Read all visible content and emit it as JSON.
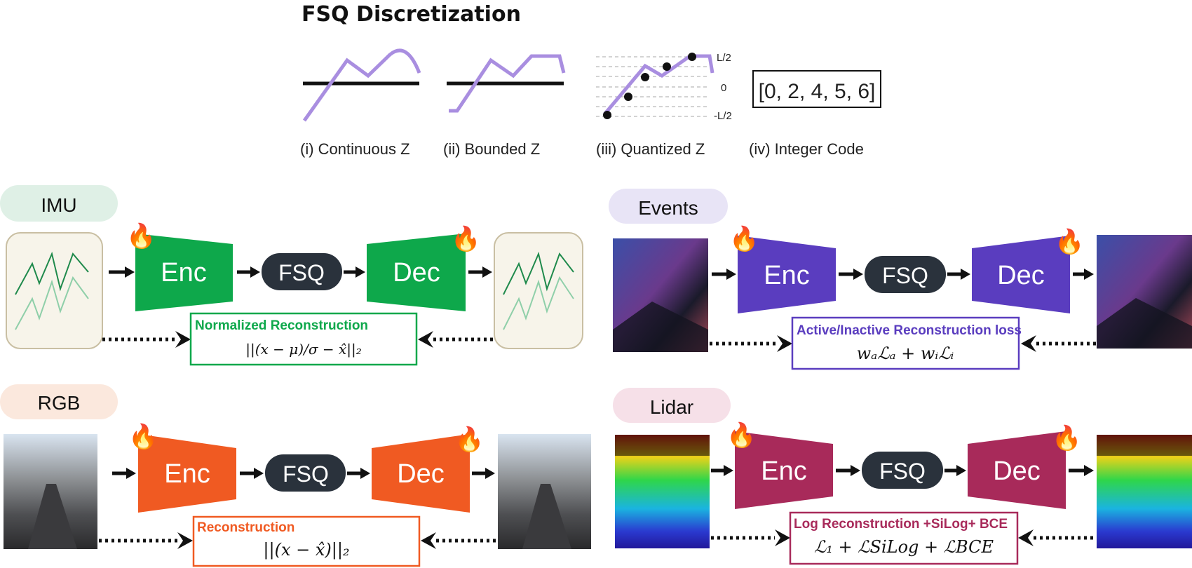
{
  "title": "FSQ Discretization",
  "fsq_panels": {
    "continuous": {
      "caption": "(i) Continuous Z"
    },
    "bounded": {
      "caption": "(ii) Bounded Z"
    },
    "quantized": {
      "caption": "(iii) Quantized Z",
      "label_top": "L/2",
      "label_mid": "0",
      "label_bottom": "-L/2"
    },
    "integer": {
      "caption": "(iv) Integer Code",
      "code": "[0, 2, 4, 5, 6]"
    }
  },
  "blocks": {
    "enc": "Enc",
    "fsq": "FSQ",
    "dec": "Dec",
    "flame": "🔥"
  },
  "modalities": {
    "imu": {
      "label": "IMU",
      "color": "#0ea84b",
      "pill_color": "#dff0e6",
      "loss_title": "Normalized Reconstruction",
      "loss_eq": "||(x − μ)/σ − x̂||₂"
    },
    "events": {
      "label": "Events",
      "color": "#5a3dbf",
      "pill_color": "#e8e4f6",
      "loss_title": "Active/Inactive Reconstruction loss",
      "loss_eq": "wₐℒₐ + wᵢℒᵢ"
    },
    "rgb": {
      "label": "RGB",
      "color": "#f05a22",
      "pill_color": "#fbe8dd",
      "loss_title": "Reconstruction",
      "loss_eq": "||(x − x̂)||₂"
    },
    "lidar": {
      "label": "Lidar",
      "color": "#a82a5a",
      "pill_color": "#f6e0e8",
      "loss_title": "Log Reconstruction +SiLog+ BCE",
      "loss_eq": "ℒ₁ + ℒSiLog + ℒBCE"
    }
  },
  "colors": {
    "purple_curve": "#a98ee0",
    "fsq_block": "#2a323c",
    "imu_line_dark": "#1f8a4c",
    "imu_line_light": "#8fcfa9"
  }
}
